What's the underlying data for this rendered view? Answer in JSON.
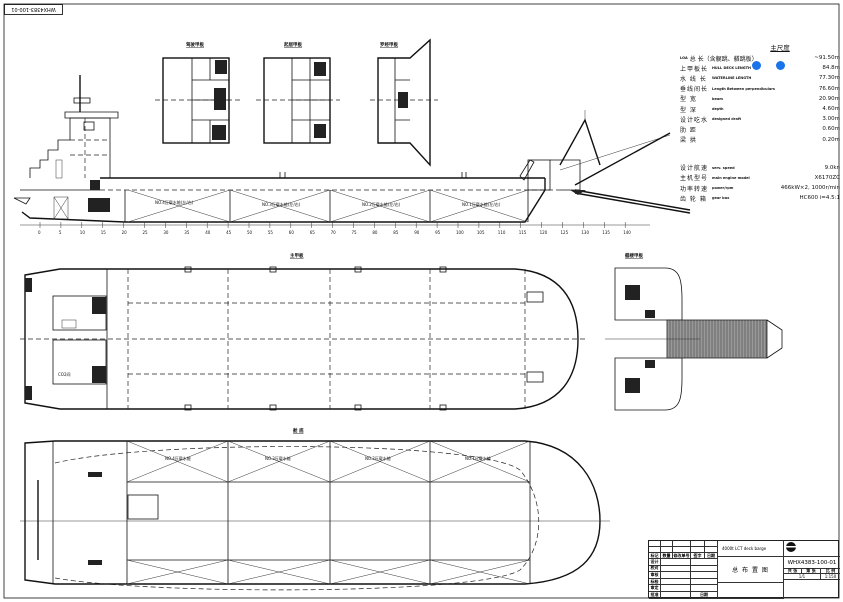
{
  "drawing_no": "WHX4383-100-01",
  "views": {
    "profile_tanks": [
      "NO.4压载水舱(左/右)",
      "NO.3压载水舱(左/右)",
      "NO.2压载水舱(左/右)",
      "NO.1压载水舱(左/右)"
    ],
    "frame_labels": [
      "0",
      "5",
      "10",
      "15",
      "20",
      "25",
      "30",
      "35",
      "40",
      "45",
      "50",
      "55",
      "60",
      "65",
      "70",
      "75",
      "80",
      "85",
      "90",
      "95",
      "100",
      "105",
      "110",
      "115",
      "120",
      "125",
      "130",
      "135",
      "140"
    ],
    "deck_plan_titles": [
      "驾驶甲板",
      "起居甲板",
      "罗经甲板"
    ],
    "main_deck_title": "主甲板",
    "ramp_plan_title": "艏楼甲板",
    "hold_title": "舱 底",
    "hold_tanks": [
      "NO.4压载水舱",
      "NO.3压载水舱",
      "NO.2压载水舱",
      "NO.1压载水舱"
    ],
    "co2_room": "CO2间"
  },
  "spec": {
    "title": "主尺度",
    "rows": [
      {
        "cn": "总   长（含艉跳、艏跳板）",
        "en": "LOA",
        "value": "~91.50m"
      },
      {
        "cn": "上甲板长",
        "en": "HULL DECK LENGTH",
        "value": "84.8m"
      },
      {
        "cn": "水 线 长",
        "en": "WATERLINE LENGTH",
        "value": "77.30m"
      },
      {
        "cn": "垂线间长",
        "en": "Length Between perpendiculars",
        "value": "76.60m"
      },
      {
        "cn": "型   宽",
        "en": "beam",
        "value": "20.90m"
      },
      {
        "cn": "型   深",
        "en": "depth",
        "value": "4.60m"
      },
      {
        "cn": "设计吃水",
        "en": "designed draft",
        "value": "3.00m"
      },
      {
        "cn": "肋   距",
        "en": "",
        "value": "0.60m"
      },
      {
        "cn": "梁   拱",
        "en": "",
        "value": "0.20m"
      }
    ],
    "rows2": [
      {
        "cn": "设计航速",
        "en": "serv. speed",
        "value": "9.0kn"
      },
      {
        "cn": "主机型号",
        "en": "main engine model",
        "value": "X6170ZC"
      },
      {
        "cn": "功率转速",
        "en": "power/rpm",
        "value": "466kW×2, 1000r/min"
      },
      {
        "cn": "齿 轮 箱",
        "en": "gear box",
        "value": "HC600 i=4.5:1"
      }
    ]
  },
  "title_block": {
    "vessel": "4000t LCT deck barge",
    "drawing_name": "总 布 置 图",
    "drawing_no": "WHX4383-100-01",
    "headers": [
      "标记",
      "数量",
      "修改单号",
      "签字",
      "日期"
    ],
    "roles": [
      "设计",
      "校对",
      "审核",
      "标检",
      "审定",
      "批准"
    ],
    "date_label": "日期",
    "sheet_headers": [
      "共 张",
      "第 张",
      "比 例"
    ],
    "sheet": "1/1",
    "scale": "1:150"
  }
}
